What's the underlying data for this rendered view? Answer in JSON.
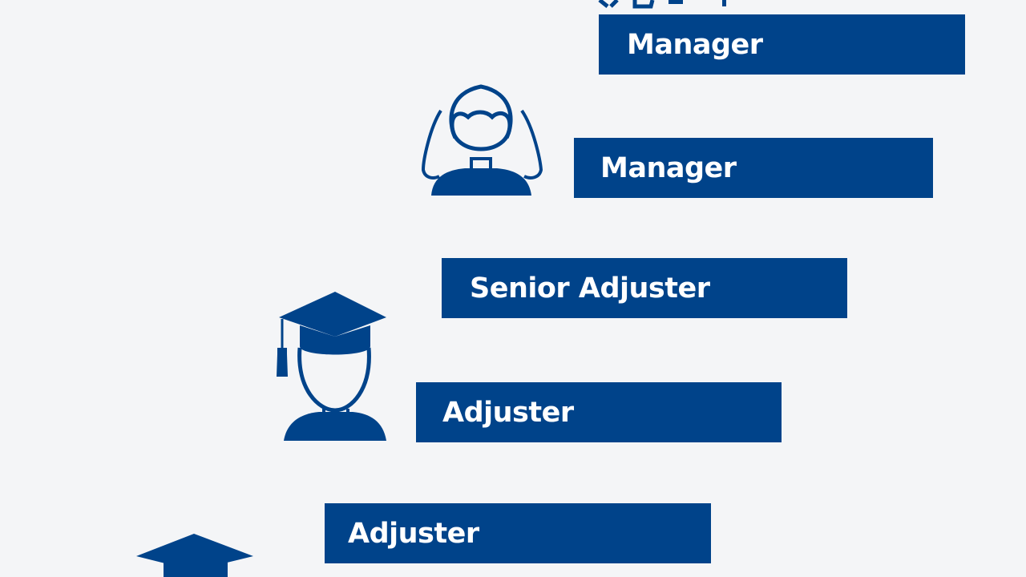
{
  "colors": {
    "background": "#f4f5f7",
    "bar": "#00438a",
    "bar_text": "#ffffff",
    "icon": "#00438a"
  },
  "steps": [
    {
      "label": "Manager",
      "icon": "person-icon-top-partial"
    },
    {
      "label": "Manager",
      "icon": "woman-icon"
    },
    {
      "label": "Senior Adjuster",
      "icon": null
    },
    {
      "label": "Adjuster",
      "icon": "graduate-icon"
    },
    {
      "label": "Adjuster",
      "icon": "graduation-cap-icon-partial"
    }
  ]
}
